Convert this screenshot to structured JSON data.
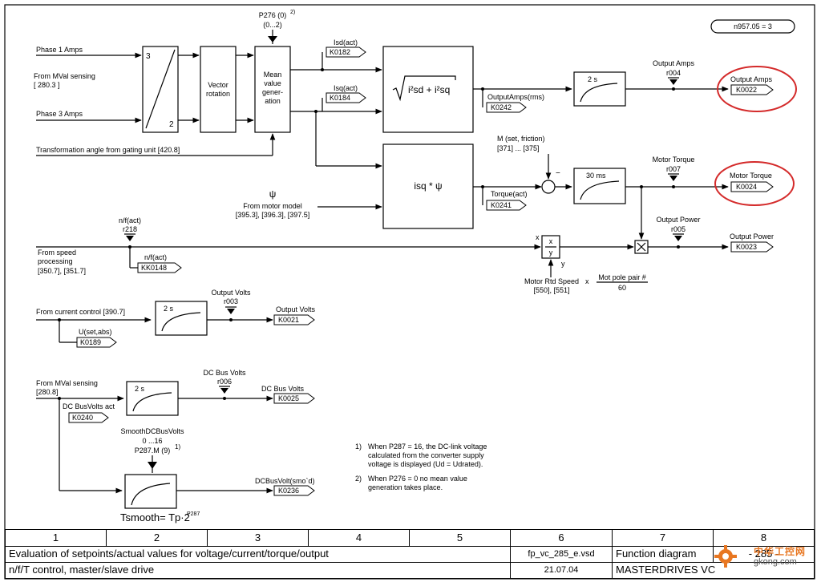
{
  "badge": "n957.05 = 3",
  "inputs": {
    "phase1": "Phase 1 Amps",
    "mval_sensing": "From MVal sensing",
    "mval_ref": "[ 280.3 ]",
    "phase3": "Phase 3 Amps",
    "transform_angle": "Transformation angle from gating unit  [420.8]"
  },
  "transform_block": {
    "in1": "3",
    "in2": "2"
  },
  "vector_rotation": [
    "Vector",
    "rotation"
  ],
  "mean_value": {
    "param": "P276 (0)",
    "param_sup": "2)",
    "range": "(0...2)",
    "lines": [
      "Mean",
      "value",
      "gener-",
      "ation"
    ]
  },
  "isd": {
    "label": "Isd(act)",
    "connector": "K0182"
  },
  "isq": {
    "label": "Isq(act)",
    "connector": "K0184"
  },
  "sqrt_block": "i²sd + i²sq",
  "output_amps_rms": "OutputAmps(rms)",
  "output_amps_rms_conn": "K0242",
  "filter_2s_top": "2 s",
  "output_amps_param": {
    "label": "Output Amps",
    "param": "r004"
  },
  "output_amps_out": {
    "label": "Output Amps",
    "connector": "K0022"
  },
  "isq_psi_block": "isq * ψ",
  "psi": {
    "symbol": "ψ",
    "source": "From motor model",
    "refs": "[395.3], [396.3], [397.5]"
  },
  "m_friction": {
    "label": "M (set, friction)",
    "refs": "[371] ... [375]"
  },
  "minus_sign": "−",
  "torque_act": {
    "label": "Torque(act)",
    "connector": "K0241"
  },
  "filter_30ms": "30 ms",
  "motor_torque_param": {
    "label": "Motor Torque",
    "param": "r007"
  },
  "motor_torque_out": {
    "label": "Motor Torque",
    "connector": "K0024"
  },
  "nf_act": {
    "label": "n/f(act)",
    "param": "r218"
  },
  "speed_source": {
    "lines": [
      "From speed",
      "processing",
      "[350.7], [351.7]"
    ]
  },
  "nf_act_conn": {
    "label": "n/f(act)",
    "connector": "KK0148"
  },
  "divider": {
    "x_left": "x",
    "num": "x",
    "den": "y",
    "y_label": "y"
  },
  "output_power_param": {
    "label": "Output Power",
    "param": "r005"
  },
  "output_power_out": {
    "label": "Output Power",
    "connector": "K0023"
  },
  "motor_rtd": {
    "label": "Motor Rtd Speed",
    "refs": "[550], [551]",
    "times": "x",
    "frac_num": "Mot pole pair #",
    "frac_den": "60"
  },
  "current_control": "From current control [390.7]",
  "u_set_abs": {
    "label": "U(set,abs)",
    "connector": "K0189"
  },
  "filter_2s_volts": "2 s",
  "output_volts_param": {
    "label": "Output Volts",
    "param": "r003"
  },
  "output_volts_out": {
    "label": "Output Volts",
    "connector": "K0021"
  },
  "mval_sensing2": {
    "label": "From MVal sensing",
    "ref": "[280.8]"
  },
  "filter_2s_dc": "2 s",
  "dc_bus_param": {
    "label": "DC Bus Volts",
    "param": "r006"
  },
  "dc_bus_out": {
    "label": "DC Bus Volts",
    "connector": "K0025"
  },
  "dc_busvolts_act": {
    "label": "DC BusVolts act",
    "connector": "K0240"
  },
  "smooth": {
    "label": "SmoothDCBusVolts",
    "range": "0 ...16",
    "param": "P287.M (9)",
    "sup": "1)",
    "formula": "Tsmooth= Tp·2",
    "formula_sup": "P287"
  },
  "dcbusvolt_smo": {
    "label": "DCBusVolt(smo`d)",
    "connector": "K0236"
  },
  "notes": [
    {
      "num": "1)",
      "lines": [
        "When P287 = 16, the DC-link voltage",
        "calculated from the converter supply",
        "voltage is displayed (Ud = Udrated)."
      ]
    },
    {
      "num": "2)",
      "lines": [
        "When P276 = 0 no mean value",
        "generation takes place."
      ]
    }
  ],
  "footer": {
    "columns": [
      "1",
      "2",
      "3",
      "4",
      "5",
      "6",
      "7",
      "8"
    ],
    "title": "Evaluation of setpoints/actual values for voltage/current/torque/output",
    "file": "fp_vc_285_e.vsd",
    "fd_label": "Function diagram",
    "page": "- 285 -",
    "subtitle": "n/f/T control, master/slave drive",
    "date": "21.07.04",
    "product": "MASTERDRIVES VC"
  },
  "watermark": {
    "cn": "中华工控网",
    "url": "gkong.com"
  },
  "colors": {
    "highlight": "#d42a2a",
    "watermark": "#e87722"
  }
}
